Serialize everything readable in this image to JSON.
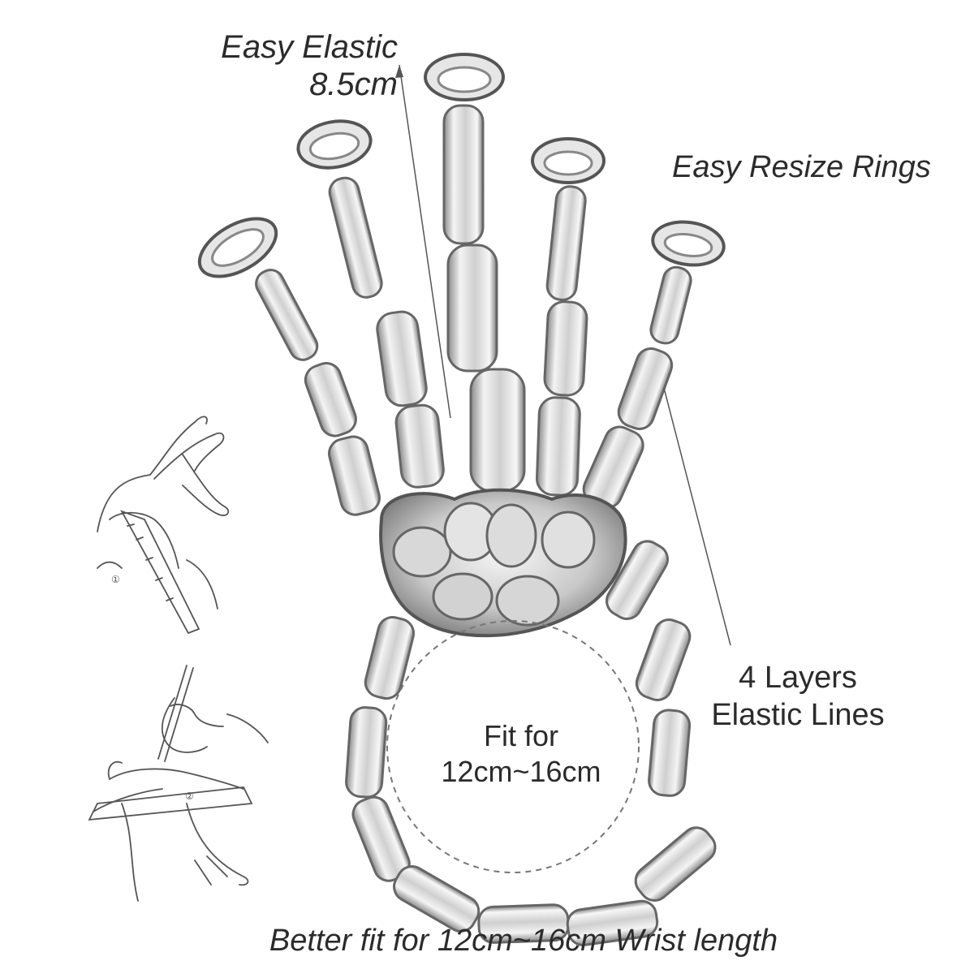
{
  "annotations": {
    "elastic_line1": "Easy Elastic",
    "elastic_line2": "8.5cm",
    "rings": "Easy Resize Rings",
    "layers_line1": "4 Layers",
    "layers_line2": "Elastic Lines",
    "fit_line1": "Fit for",
    "fit_line2": "12cm~16cm",
    "bottom": "Better fit for 12cm~16cm Wrist length"
  },
  "steps": {
    "step1": "①",
    "step2": "②"
  },
  "colors": {
    "silver_light": "#eeeeee",
    "silver_mid": "#bdbdbd",
    "silver_dark": "#6f6f6f",
    "text": "#2b2b2b",
    "line": "#555555"
  }
}
